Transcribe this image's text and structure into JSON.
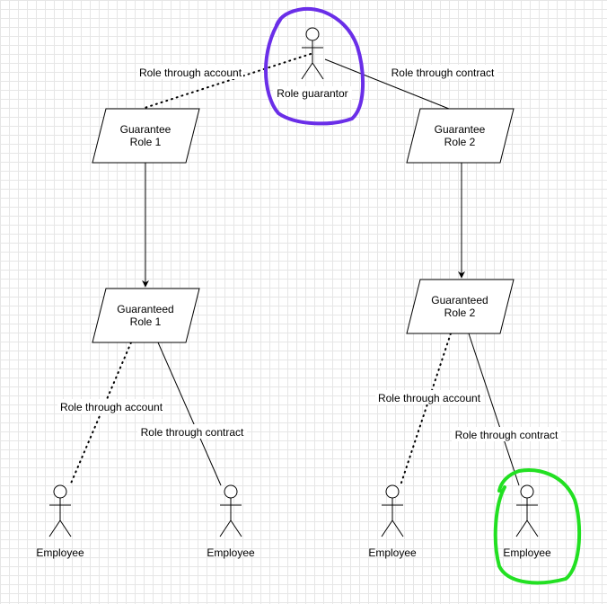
{
  "nodes": {
    "role_guarantor": "Role guarantor",
    "guarantee_role_1": {
      "line1": "Guarantee",
      "line2": "Role 1"
    },
    "guarantee_role_2": {
      "line1": "Guarantee",
      "line2": "Role 2"
    },
    "guaranteed_role_1": {
      "line1": "Guaranteed",
      "line2": "Role 1"
    },
    "guaranteed_role_2": {
      "line1": "Guaranteed",
      "line2": "Role 2"
    },
    "employee_1": "Employee",
    "employee_2": "Employee",
    "employee_3": "Employee",
    "employee_4": "Employee"
  },
  "edges": {
    "guarantor_to_g1": "Role through account",
    "guarantor_to_g2": "Role through contract",
    "gd1_to_emp1": "Role through account",
    "gd1_to_emp2": "Role through contract",
    "gd2_to_emp3": "Role through account",
    "gd2_to_emp4": "Role through contract"
  },
  "highlights": {
    "guarantor_circle_color": "#6a2ee8",
    "employee_circle_color": "#22e022"
  }
}
